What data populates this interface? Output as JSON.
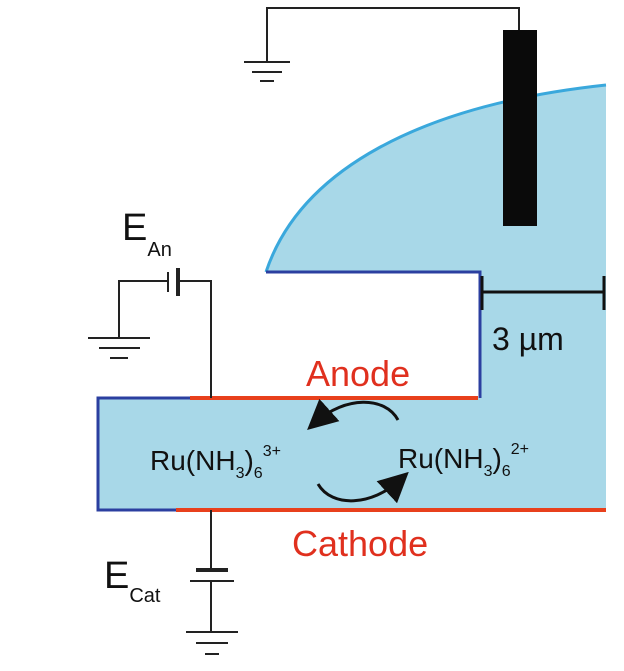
{
  "labels": {
    "anode": "Anode",
    "cathode": "Cathode",
    "gap": "3 µm",
    "e_an_main": "E",
    "e_an_sub": "An",
    "e_cat_main": "E",
    "e_cat_sub": "Cat",
    "species_left": {
      "base": "Ru(NH",
      "sub": "3",
      "close": ")",
      "count": "6",
      "charge": "3+"
    },
    "species_right": {
      "base": "Ru(NH",
      "sub": "3",
      "close": ")",
      "count": "6",
      "charge": "2+"
    }
  },
  "colors": {
    "solution": "#a8d8e8",
    "droplet_edge": "#3aa8dc",
    "channel_edge": "#2b3fa0",
    "electrode": "#e8401c",
    "label_red": "#e0301e",
    "wire": "#222222",
    "probe": "#0a0a0a"
  }
}
